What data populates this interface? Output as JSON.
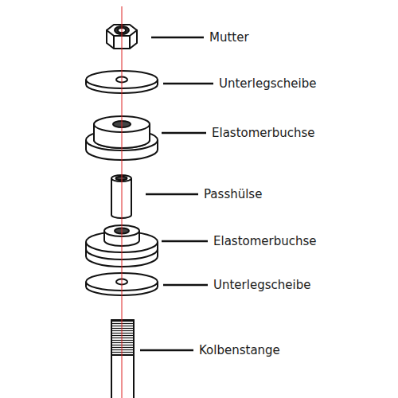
{
  "diagram": {
    "labels": [
      "Mutter",
      "Unterlegscheibe",
      "Elastomerbuchse",
      "Passhülse",
      "Elastomerbuchse",
      "Unterlegscheibe",
      "Kolbenstange"
    ]
  }
}
